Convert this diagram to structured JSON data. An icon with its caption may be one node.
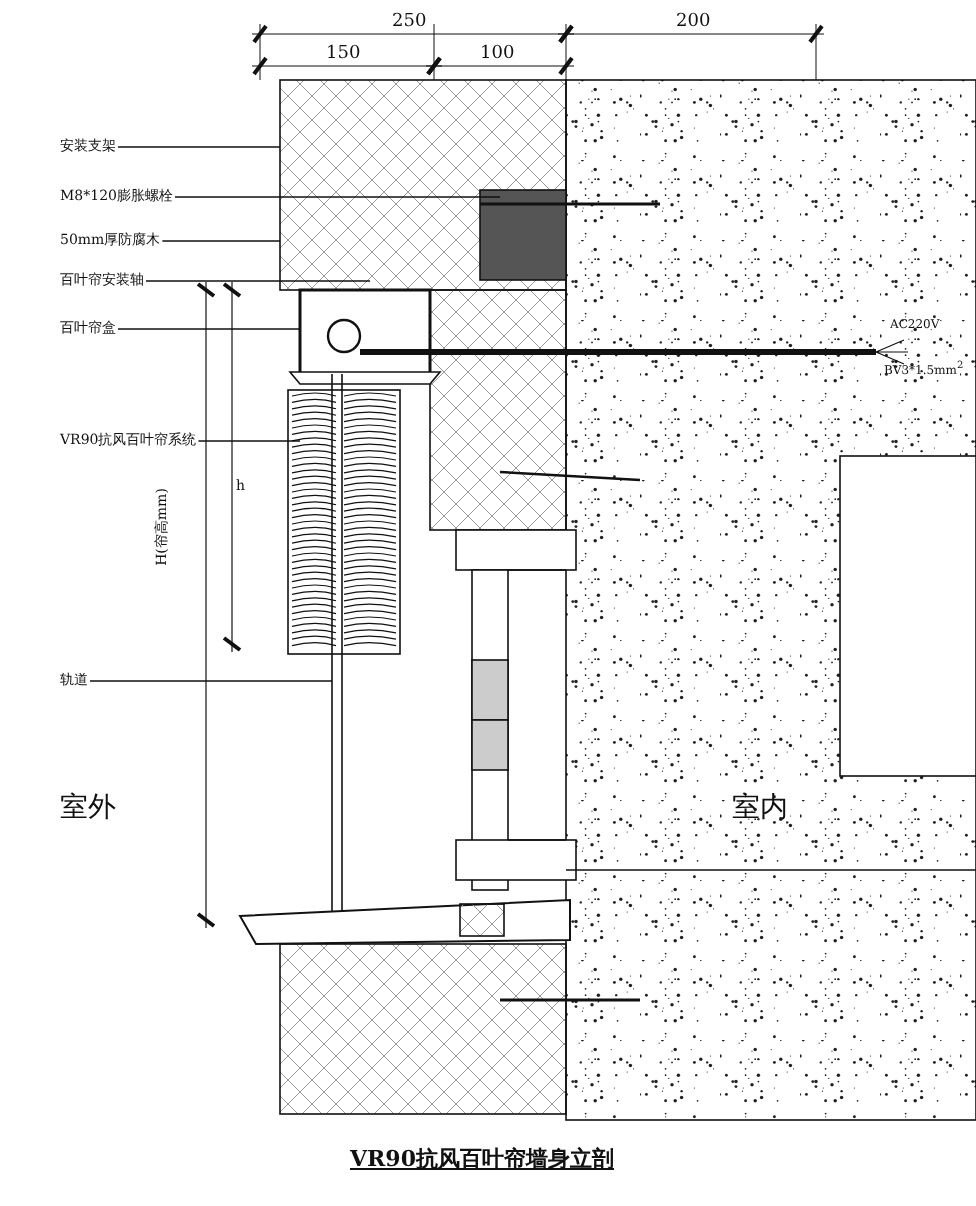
{
  "diagram": {
    "caption": "VR90抗风百叶帘墙身立剖",
    "nodes": [
      {
        "text": [
          "安装支架"
        ]
      },
      {
        "text": [
          "M8*120膨胀螺栓"
        ]
      },
      {
        "text": [
          "50mm厚防腐木"
        ]
      },
      {
        "text": [
          "百叶帘安装轴"
        ]
      },
      {
        "text": [
          "百叶帘盒"
        ]
      },
      {
        "text": [
          "VR90抗风百叶帘系统"
        ]
      },
      {
        "text": [
          "轨道"
        ]
      }
    ],
    "edges": [
      {
        "from": 0,
        "to": null,
        "arrow": "none"
      },
      {
        "from": 1,
        "to": null,
        "arrow": "none"
      },
      {
        "from": 2,
        "to": null,
        "arrow": "none"
      },
      {
        "from": 3,
        "to": null,
        "arrow": "none"
      },
      {
        "from": 4,
        "to": null,
        "arrow": "none"
      },
      {
        "from": 5,
        "to": null,
        "arrow": "none"
      },
      {
        "from": 6,
        "to": null,
        "arrow": "none"
      }
    ],
    "labels": [
      "250",
      "200",
      "150",
      "100",
      "H(帘高mm)",
      "h",
      "AC220V",
      "BV3*1.5mm$^{2}$",
      "室外",
      "室内"
    ]
  }
}
